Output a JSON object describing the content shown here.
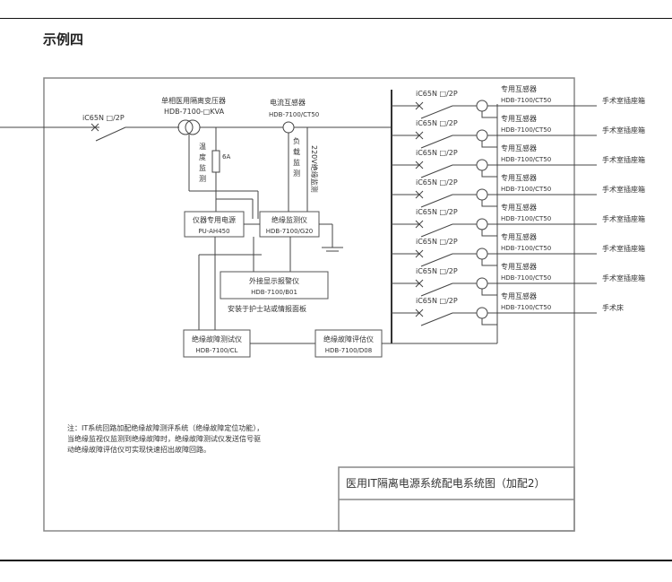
{
  "section_title": "示例四",
  "diagram": {
    "main_breaker": "iC65N □/2P",
    "transformer": {
      "name": "单相医用隔离变压器",
      "model": "HDB-7100-□KVA"
    },
    "current_transformer": {
      "name": "电流互感器",
      "model": "HDB-7100/CT50"
    },
    "fuse_rating": "6A",
    "temp_monitor_label": "温度监测",
    "load_monitor_label": "负载监测",
    "insulation_monitor_label": "220V绝缘监测",
    "power_supply": {
      "name": "仪器专用电源",
      "model": "PU-AH450"
    },
    "insulation_monitor": {
      "name": "绝缘监测仪",
      "model": "HDB-7100/G20"
    },
    "alarm_display": {
      "name": "外接显示报警仪",
      "model": "HDB-7100/B01",
      "note": "安装于护士站或情报面板"
    },
    "fault_tester": {
      "name": "绝缘故障测试仪",
      "model": "HDB-7100/CL"
    },
    "fault_evaluator": {
      "name": "绝缘故障评估仪",
      "model": "HDB-7100/D08"
    },
    "branches": [
      {
        "breaker": "iC65N □/2P",
        "ct_name": "专用互感器",
        "ct_model": "HDB-7100/CT50",
        "load": "手术室插座箱"
      },
      {
        "breaker": "iC65N □/2P",
        "ct_name": "专用互感器",
        "ct_model": "HDB-7100/CT50",
        "load": "手术室插座箱"
      },
      {
        "breaker": "iC65N □/2P",
        "ct_name": "专用互感器",
        "ct_model": "HDB-7100/CT50",
        "load": "手术室插座箱"
      },
      {
        "breaker": "iC65N □/2P",
        "ct_name": "专用互感器",
        "ct_model": "HDB-7100/CT50",
        "load": "手术室插座箱"
      },
      {
        "breaker": "iC65N □/2P",
        "ct_name": "专用互感器",
        "ct_model": "HDB-7100/CT50",
        "load": "手术室插座箱"
      },
      {
        "breaker": "iC65N □/2P",
        "ct_name": "专用互感器",
        "ct_model": "HDB-7100/CT50",
        "load": "手术室插座箱"
      },
      {
        "breaker": "iC65N □/2P",
        "ct_name": "专用互感器",
        "ct_model": "HDB-7100/CT50",
        "load": "手术室插座箱"
      },
      {
        "breaker": "iC65N □/2P",
        "ct_name": "专用互感器",
        "ct_model": "HDB-7100/CT50",
        "load": "手术床"
      }
    ],
    "note_lines": [
      "注：IT系统回路加配绝缘故障测评系统（绝缘故障定位功能），",
      "当绝缘监视仪监测到绝缘故障时，绝缘故障测试仪发送信号驱",
      "动绝缘故障评估仪可实现快速招出故障回路。"
    ],
    "title_block": "医用IT隔离电源系统配电系统图（加配2）"
  }
}
